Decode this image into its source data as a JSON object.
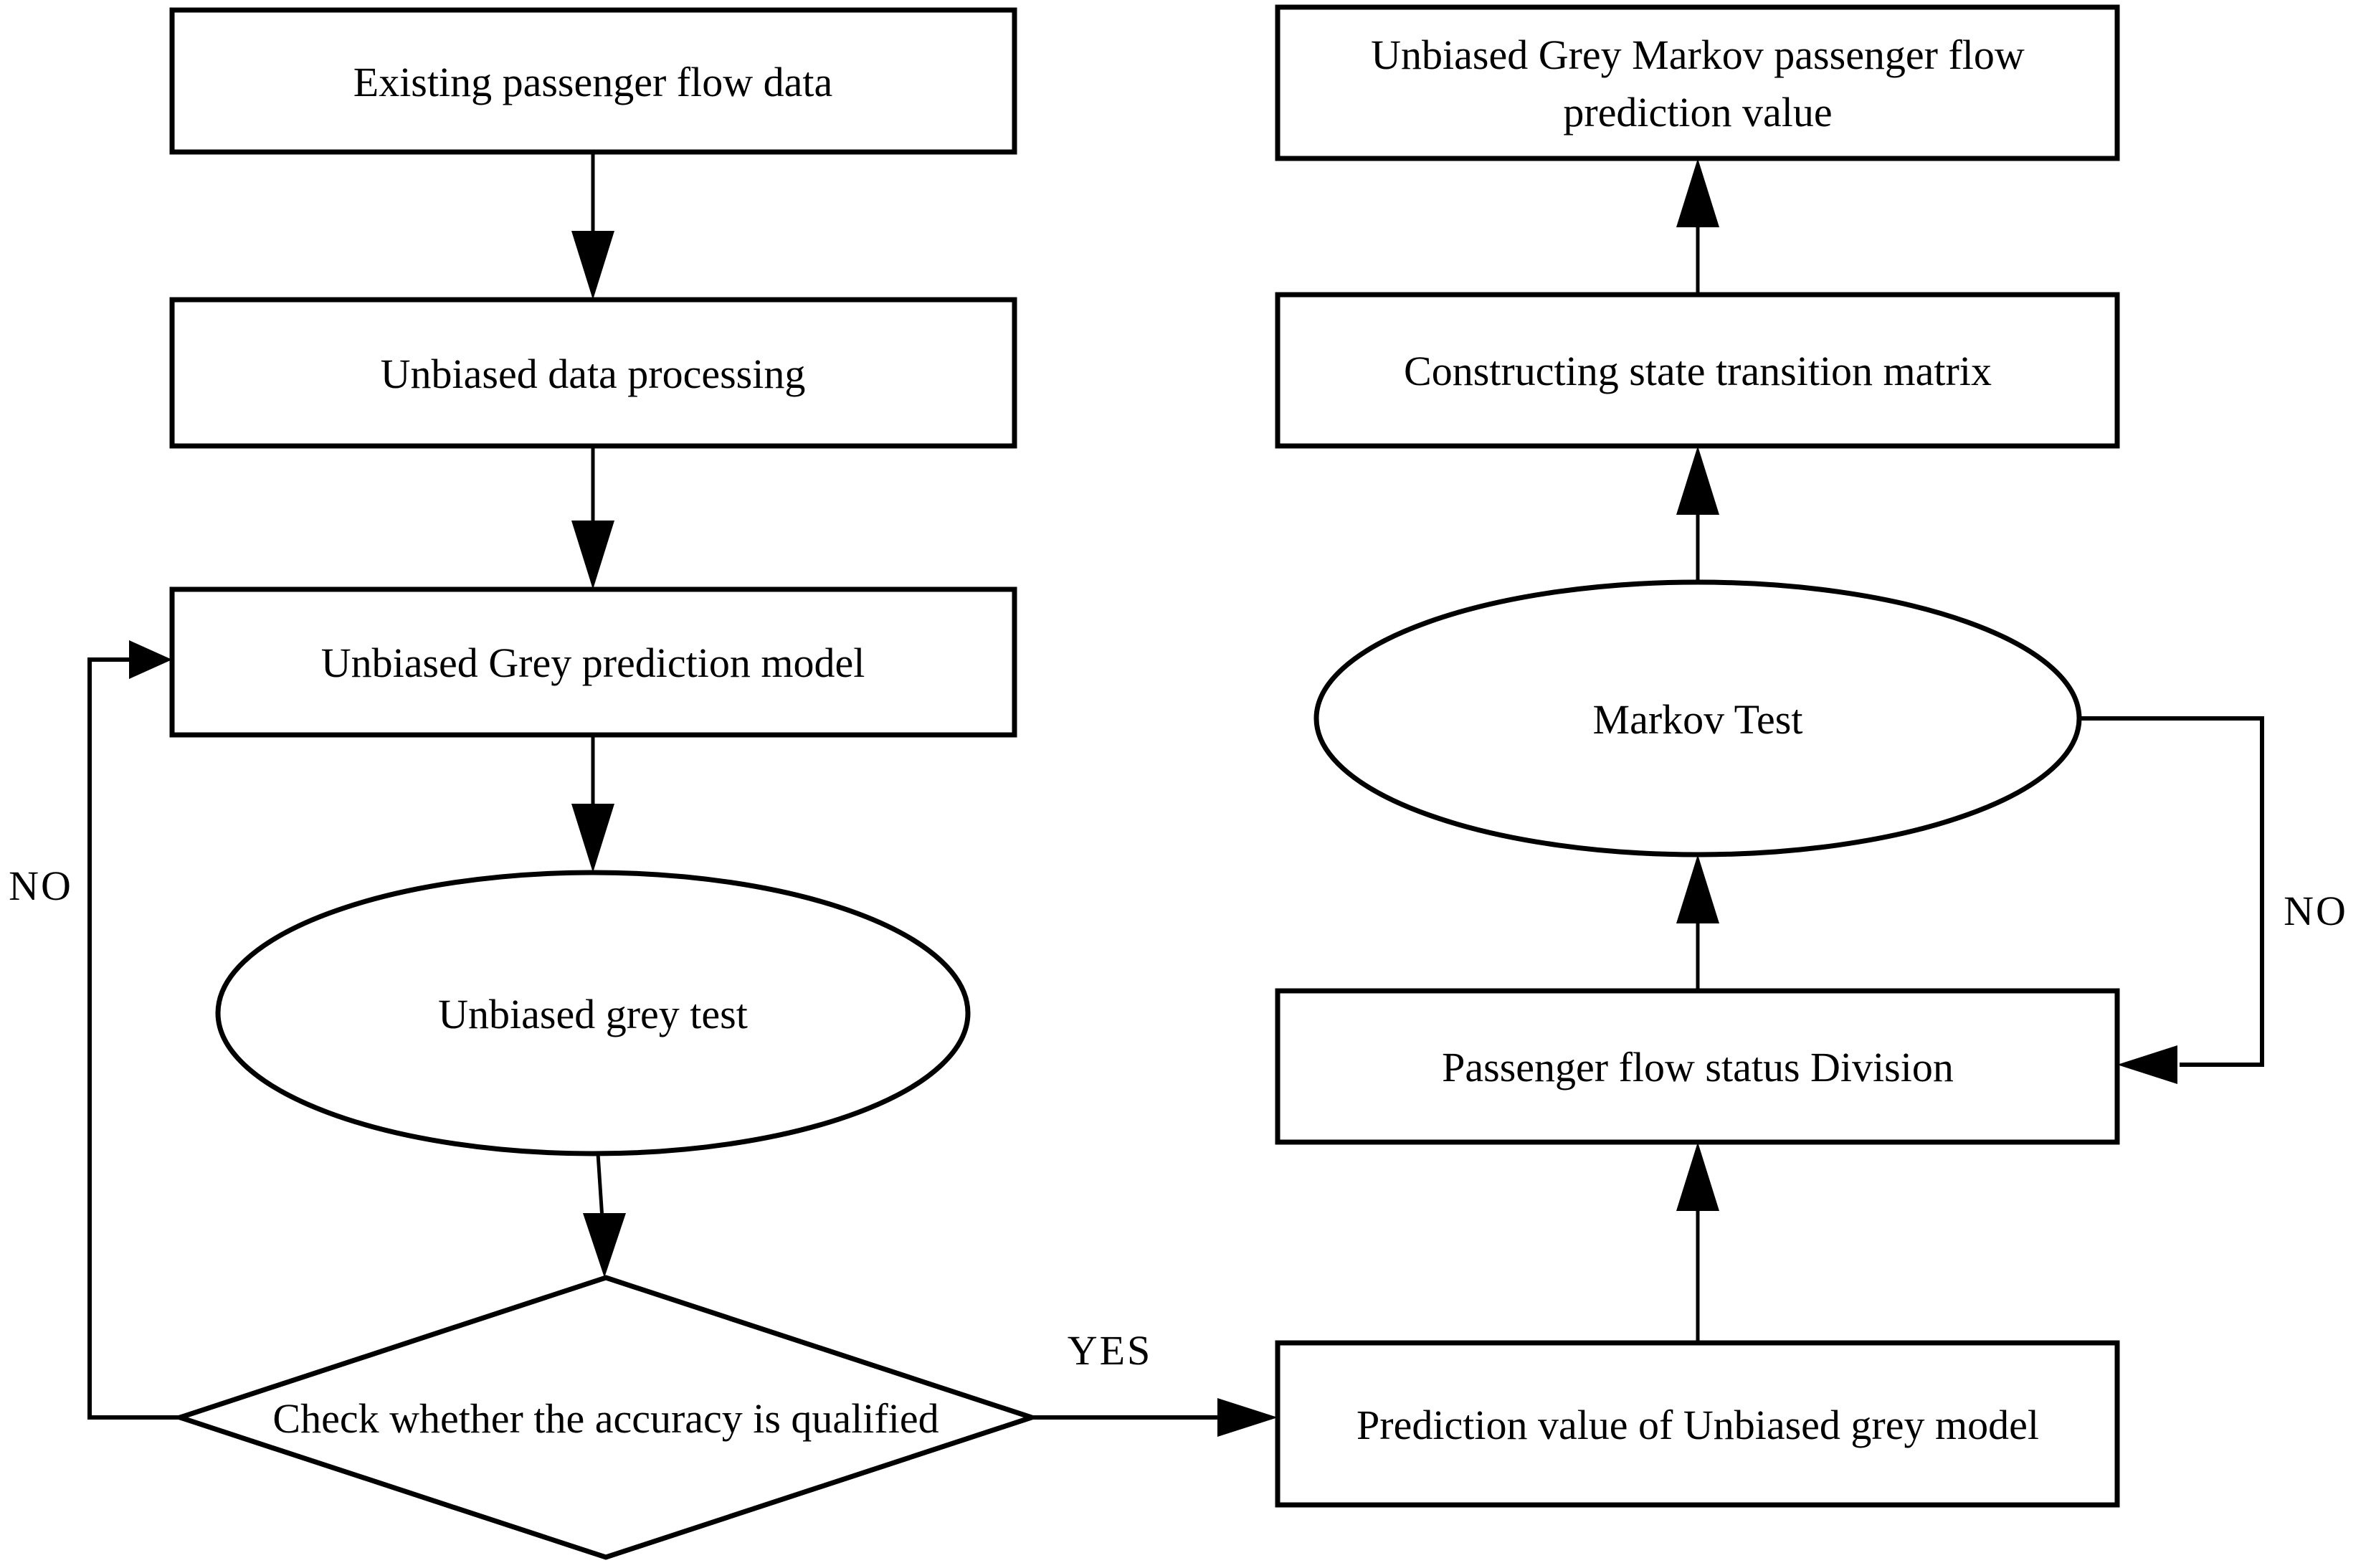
{
  "diagram": {
    "type": "flowchart",
    "colors": {
      "background": "#ffffff",
      "line": "#000000",
      "text": "#000000"
    },
    "nodes": {
      "existing_data": {
        "label": "Existing passenger flow data",
        "shape": "rectangle"
      },
      "data_processing": {
        "label": "Unbiased data processing",
        "shape": "rectangle"
      },
      "grey_model": {
        "label": "Unbiased Grey prediction model",
        "shape": "rectangle"
      },
      "grey_test": {
        "label": "Unbiased grey test",
        "shape": "ellipse"
      },
      "accuracy_check": {
        "label": "Check whether the accuracy is qualified",
        "shape": "diamond"
      },
      "prediction_value": {
        "label": "Prediction value of Unbiased grey model",
        "shape": "rectangle"
      },
      "status_division": {
        "label": "Passenger flow status Division",
        "shape": "rectangle"
      },
      "markov_test": {
        "label": "Markov Test",
        "shape": "ellipse"
      },
      "transition_matrix": {
        "label": "Constructing state transition matrix",
        "shape": "rectangle"
      },
      "grey_markov_value": {
        "lines": [
          "Unbiased Grey Markov passenger flow",
          "prediction value"
        ],
        "shape": "rectangle"
      }
    },
    "edge_labels": {
      "no_left": "NO",
      "yes": "YES",
      "no_right": "NO"
    }
  }
}
